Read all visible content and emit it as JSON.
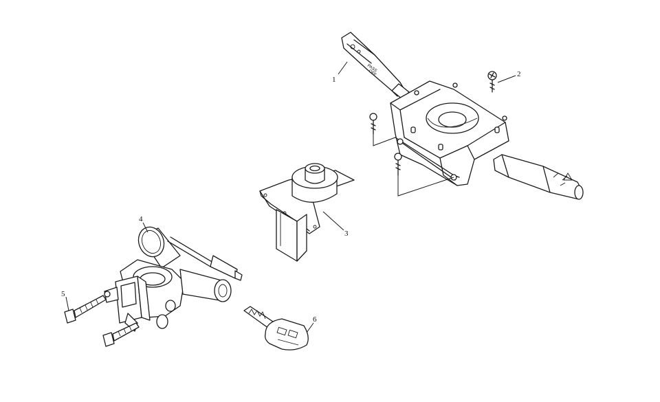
{
  "callouts": {
    "c1": "1",
    "c2": "2",
    "c3": "3",
    "c4": "4",
    "c5": "5",
    "c6": "6"
  },
  "markings": {
    "stalk_pass": "PASS",
    "stalk_off": "OFF"
  }
}
